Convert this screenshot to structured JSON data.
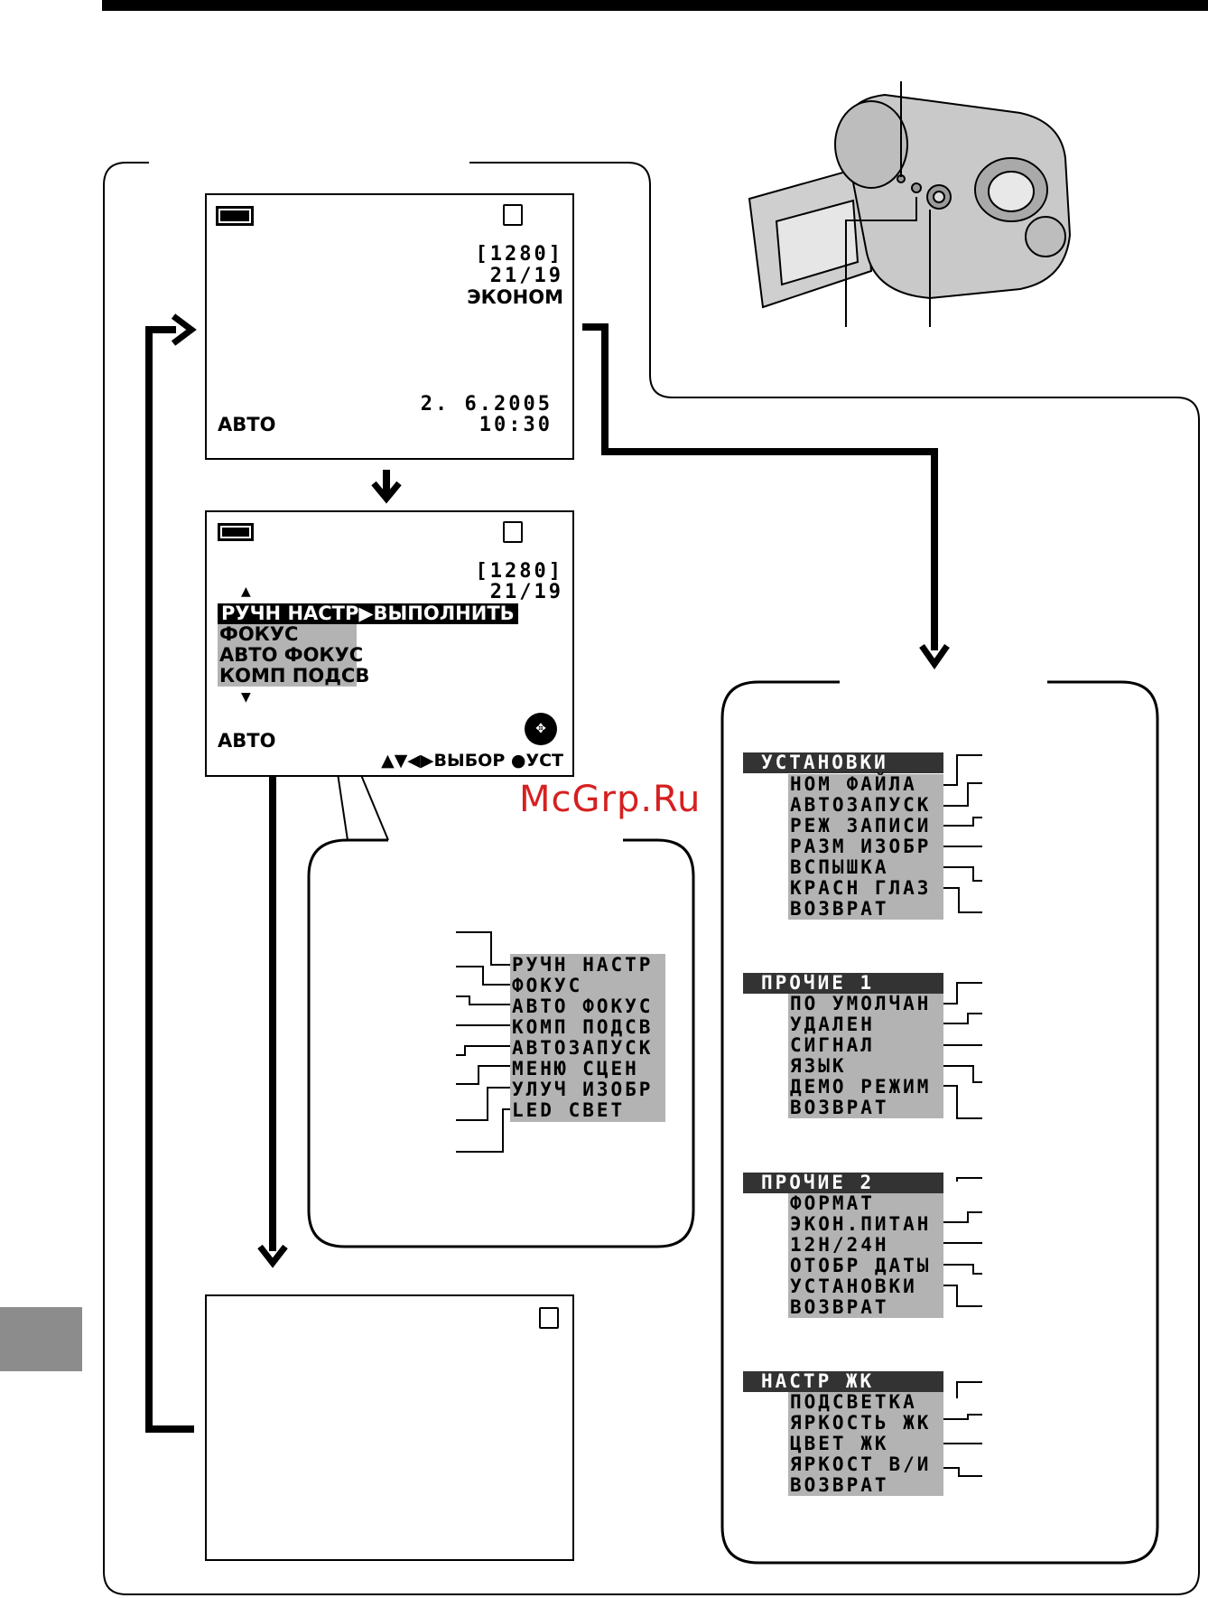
{
  "screen1": {
    "resolution": "[1280]",
    "count": "21/19",
    "quality": "ЭКОНОМ",
    "date": "2. 6.2005",
    "time": "10:30",
    "mode": "АВТО"
  },
  "screen2": {
    "resolution": "[1280]",
    "count": "21/19",
    "menu_selected": "РУЧН НАСТР▶ВЫПОЛНИТЬ",
    "menu_items": [
      "ФОКУС",
      "АВТО ФОКУС",
      "КОМП ПОДСВ"
    ],
    "mode": "АВТО",
    "hint": "▲▼◀▶ВЫБОР ●УСТ"
  },
  "popup_menu": [
    "РУЧН НАСТР",
    "ФОКУС",
    "АВТО ФОКУС",
    "КОМП ПОДСВ",
    "АВТОЗАПУСК",
    "МЕНЮ СЦЕН",
    "УЛУЧ ИЗОБР",
    "LED СВЕТ"
  ],
  "setup_menus": [
    {
      "header": "УСТАНОВКИ",
      "items": [
        "НОМ ФАЙЛА",
        "АВТОЗАПУСК",
        "РЕЖ ЗАПИСИ",
        "РАЗМ ИЗОБР",
        "ВСПЫШКА",
        "КРАСН ГЛАЗ",
        "ВОЗВРАТ"
      ]
    },
    {
      "header": "ПРОЧИЕ 1",
      "items": [
        "ПО УМОЛЧАН",
        "УДАЛЕН",
        "СИГНАЛ",
        "ЯЗЫК",
        "ДЕМО РЕЖИМ",
        "ВОЗВРАТ"
      ]
    },
    {
      "header": "ПРОЧИЕ 2",
      "items": [
        "ФОРМАТ",
        "ЭКОН.ПИТАН",
        "12H/24H",
        "ОТОБР ДАТЫ",
        "УСТАНОВКИ",
        "ВОЗВРАТ"
      ]
    },
    {
      "header": "НАСТР ЖК",
      "items": [
        "ПОДСВЕТКА",
        "ЯРКОСТЬ ЖК",
        "ЦВЕТ ЖК",
        "ЯРКОСТ В/И",
        "ВОЗВРАТ"
      ]
    }
  ],
  "watermark": "McGrp.Ru",
  "colors": {
    "highlight": "#b3b3b3",
    "header_bar": "#333333",
    "watermark": "#d62020"
  }
}
